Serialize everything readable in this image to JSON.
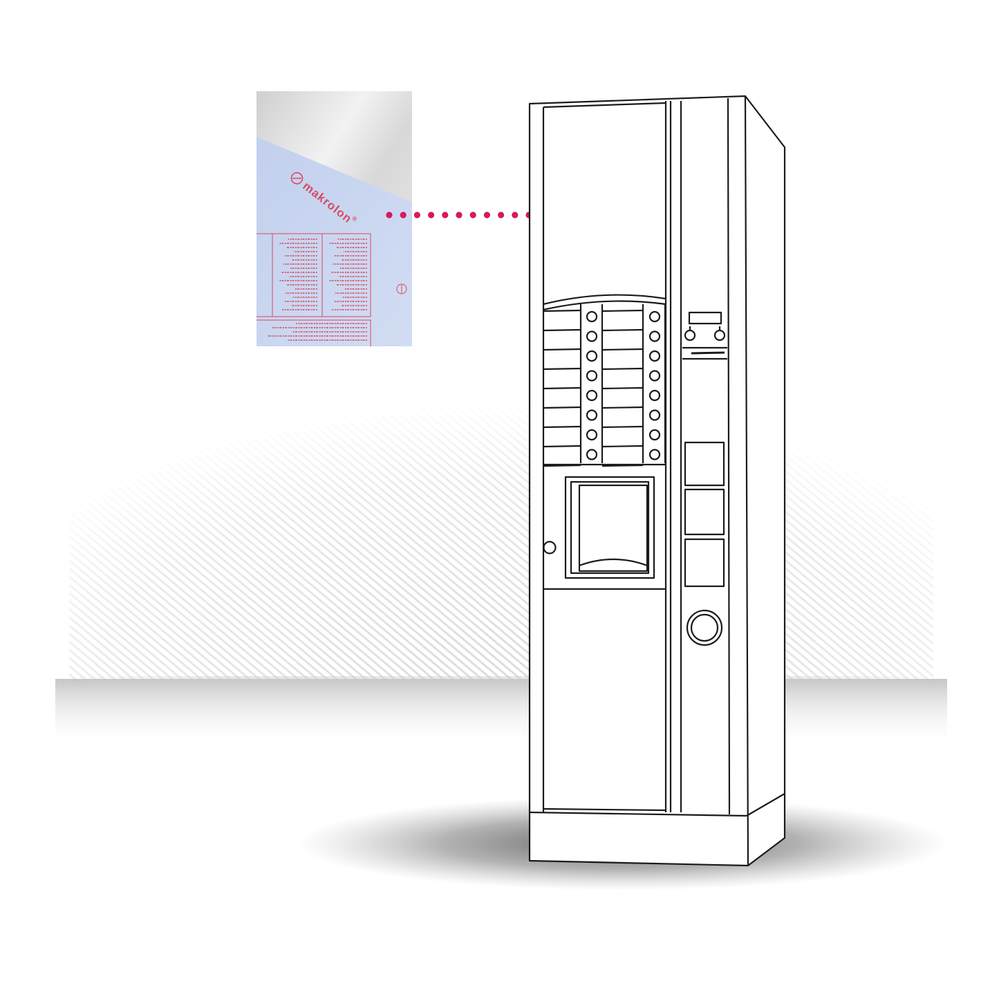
{
  "sample_sheet": {
    "brand": "makrolon",
    "trademark": "®"
  },
  "colors": {
    "accent": "#d8185f",
    "print": "#d84a63",
    "film": "#c9d6f1",
    "line": "#1a1a1a"
  },
  "icons": [
    "makrolon-logo-icon",
    "stripe-pattern",
    "machine-line-drawing"
  ]
}
